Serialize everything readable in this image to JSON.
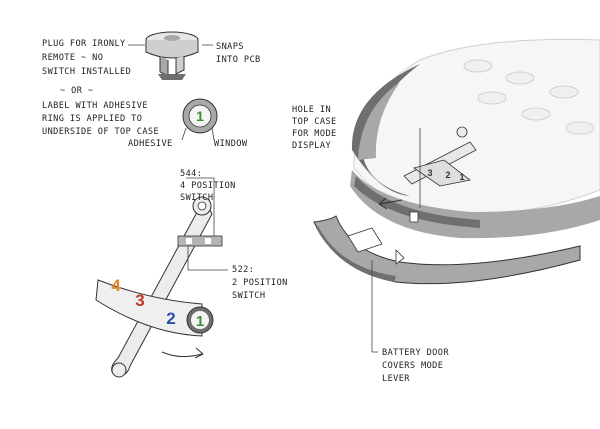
{
  "annotations": {
    "plug_line1": "PLUG FOR IRONLY",
    "plug_line2": "REMOTE ~ NO",
    "plug_line3": "SWITCH INSTALLED",
    "snaps_line1": "SNAPS",
    "snaps_line2": "INTO PCB",
    "or_text": "~ OR ~",
    "label_line1": "LABEL WITH ADHESIVE",
    "label_line2": "RING IS APPLIED TO",
    "label_line3": "UNDERSIDE OF TOP CASE",
    "adhesive": "ADHESIVE",
    "window": "WINDOW",
    "sw544_line1": "544:",
    "sw544_line2": "4 POSITION",
    "sw544_line3": "SWITCH",
    "sw522_line1": "522:",
    "sw522_line2": "2 POSITION",
    "sw522_line3": "SWITCH",
    "hole_line1": "HOLE IN",
    "hole_line2": "TOP CASE",
    "hole_line3": "FOR MODE",
    "hole_line4": "DISPLAY",
    "door_line1": "BATTERY DOOR",
    "door_line2": "COVERS MODE",
    "door_line3": "LEVER"
  },
  "lever_numbers": {
    "n4": "4",
    "n3": "3",
    "n2": "2",
    "n1": "1"
  },
  "label_number": "1",
  "remote_numbers": {
    "n3": "3",
    "n2": "2",
    "n1": "1"
  },
  "colors": {
    "num4": "#e08a2a",
    "num3": "#c0392b",
    "num2": "#2b4fa8",
    "num1": "#3f8a3a"
  }
}
